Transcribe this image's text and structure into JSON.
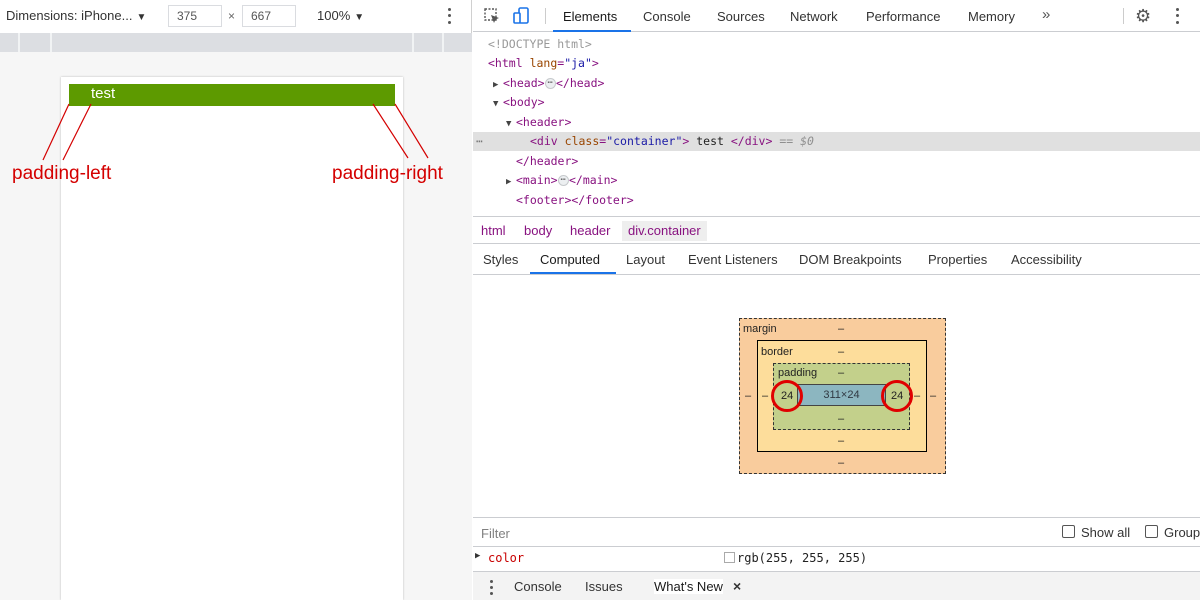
{
  "device_toolbar": {
    "dimensions_label": "Dimensions: iPhone...",
    "dropdown_arrow": "▼",
    "width_value": "375",
    "height_value": "667",
    "times_symbol": "×",
    "zoom_label": "100%"
  },
  "page_preview": {
    "bar_text": "test",
    "bar_color": "#5d9a00",
    "annotation_left": "padding-left",
    "annotation_right": "padding-right",
    "annotation_color": "#d40000"
  },
  "devtools": {
    "tabs": [
      "Elements",
      "Console",
      "Sources",
      "Network",
      "Performance",
      "Memory"
    ],
    "active_tab": "Elements",
    "more_tabs_glyph": "»",
    "settings_glyph": "⚙",
    "dom": {
      "doctype": "<!DOCTYPE html>",
      "html_open_tag": "<html",
      "html_attr_name": "lang",
      "html_attr_value": "\"ja\"",
      "head_open": "<head>",
      "head_close": "</head>",
      "body_open": "<body>",
      "header_open": "<header>",
      "div_open": "<div",
      "div_attr_name": "class",
      "div_attr_value": "\"container\"",
      "div_text": " test ",
      "div_close": "</div>",
      "selected_marker": "== $0",
      "header_close": "</header>",
      "main_open": "<main>",
      "main_close": "</main>",
      "footer": "<footer></footer>",
      "collapsed_glyph": "⋯",
      "row_dots": "⋯"
    },
    "breadcrumbs": [
      "html",
      "body",
      "header",
      "div.container"
    ],
    "subtabs": [
      "Styles",
      "Computed",
      "Layout",
      "Event Listeners",
      "DOM Breakpoints",
      "Properties",
      "Accessibility"
    ],
    "active_subtab": "Computed",
    "box_model": {
      "margin_label": "margin",
      "margin_top": "–",
      "margin_bottom": "–",
      "margin_left": "–",
      "margin_right": "–",
      "border_label": "border",
      "border_top": "–",
      "border_bottom": "–",
      "border_left": "–",
      "border_right": "–",
      "padding_label": "padding",
      "padding_top": "–",
      "padding_bottom": "–",
      "padding_left": "24",
      "padding_right": "24",
      "content_size": "311×24",
      "below_content": "–"
    },
    "filter": {
      "placeholder": "Filter",
      "show_all_label": "Show all",
      "group_label": "Group"
    },
    "computed_property": {
      "name": "color",
      "value": "rgb(255, 255, 255)"
    },
    "drawer": {
      "tabs": [
        "Console",
        "Issues",
        "What's New"
      ],
      "active_tab": "What's New",
      "close_glyph": "×"
    }
  }
}
